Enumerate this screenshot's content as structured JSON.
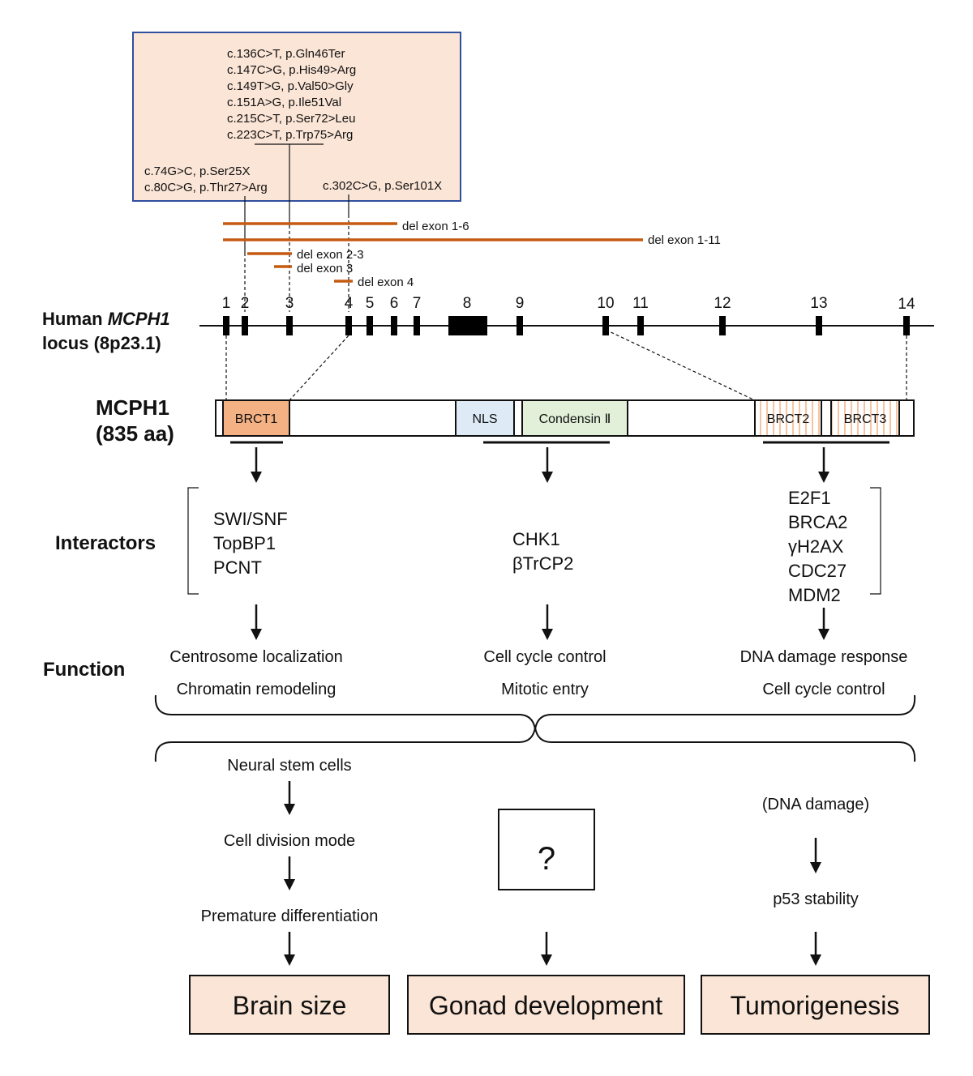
{
  "mutations": {
    "top": [
      "c.136C>T, p.Gln46Ter",
      "c.147C>G, p.His49>Arg",
      "c.149T>G, p.Val50>Gly",
      "c.151A>G, p.Ile51Val",
      "c.215C>T, p.Ser72>Leu",
      "c.223C>T, p.Trp75>Arg"
    ],
    "left": [
      "c.74G>C, p.Ser25X",
      "c.80C>G, p.Thr27>Arg"
    ],
    "right": "c.302C>G, p.Ser101X"
  },
  "deletions": [
    "del exon 1-6",
    "del exon 1-11",
    "del exon 2-3",
    "del exon 3",
    "del exon 4"
  ],
  "locus": {
    "label_line1_prefix": "Human ",
    "label_line1_gene": "MCPH1",
    "label_line2": "locus (8p23.1)",
    "exons": [
      "1",
      "2",
      "3",
      "4",
      "5",
      "6",
      "7",
      "8",
      "9",
      "10",
      "11",
      "12",
      "13",
      "14"
    ]
  },
  "protein": {
    "label_line1": "MCPH1",
    "label_line2": "(835 aa)",
    "domains": [
      "BRCT1",
      "NLS",
      "Condensin Ⅱ",
      "BRCT2",
      "BRCT3"
    ]
  },
  "interactors": {
    "label": "Interactors",
    "left": [
      "SWI/SNF",
      "TopBP1",
      "PCNT"
    ],
    "middle": [
      "CHK1",
      "βTrCP2"
    ],
    "right": [
      "E2F1",
      "BRCA2",
      "γH2AX",
      "CDC27",
      "MDM2"
    ]
  },
  "function": {
    "label": "Function",
    "left": [
      "Centrosome localization",
      "Chromatin remodeling"
    ],
    "middle": [
      "Cell cycle control",
      "Mitotic entry"
    ],
    "right": [
      "DNA damage response",
      "Cell cycle control"
    ]
  },
  "pathways": {
    "left": [
      "Neural stem cells",
      "Cell division mode",
      "Premature differentiation"
    ],
    "middle": "?",
    "right": [
      "(DNA damage)",
      "p53 stability"
    ]
  },
  "outcomes": [
    "Brain size",
    "Gonad development",
    "Tumorigenesis"
  ],
  "colors": {
    "mutation_box_fill": "#fbe5d6",
    "mutation_box_border": "#2f4f9f",
    "deletion": "#c55a11",
    "brct1": "#f4b183",
    "nls": "#deebf7",
    "condensin": "#e2f0d9",
    "brct_stripes": "#f4b183",
    "outcome_fill": "#fbe5d6"
  }
}
